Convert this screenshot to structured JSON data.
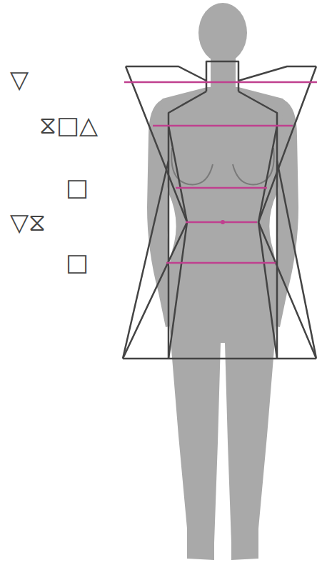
{
  "diagram": {
    "labels": [
      "▽",
      "⧖□△",
      "□",
      "▽⧖",
      "□"
    ]
  }
}
